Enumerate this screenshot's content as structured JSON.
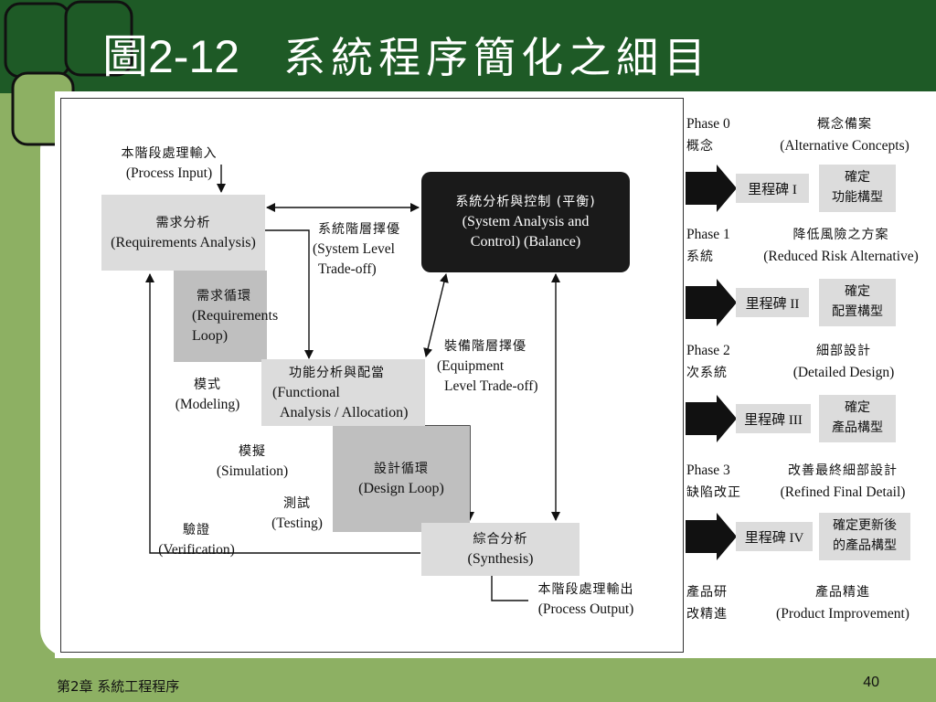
{
  "slide": {
    "title_number": "圖2-12",
    "title_text": "系統程序簡化之細目",
    "footer_chapter": "第2章 系統工程程序",
    "page_number": "40"
  },
  "diagram": {
    "process_input": {
      "zh": "本階段處理輸入",
      "en": "(Process Input)"
    },
    "requirements_analysis": {
      "zh": "需求分析",
      "en": "(Requirements Analysis)"
    },
    "system_analysis": {
      "zh": "系統分析與控制 (平衡)",
      "en1": "(System Analysis and",
      "en2": "Control) (Balance)"
    },
    "system_tradeoff": {
      "zh": "系統階層擇優",
      "en1": "(System Level",
      "en2": "Trade-off)"
    },
    "requirements_loop": {
      "zh": "需求循環",
      "en1": "(Requirements",
      "en2": "Loop)"
    },
    "equipment_tradeoff": {
      "zh": "裝備階層擇優",
      "en1": "(Equipment",
      "en2": "Level Trade-off)"
    },
    "modeling": {
      "zh": "模式",
      "en": "(Modeling)"
    },
    "functional_analysis": {
      "zh": "功能分析與配當",
      "en1": "(Functional",
      "en2": "Analysis / Allocation)"
    },
    "simulation": {
      "zh": "模擬",
      "en": "(Simulation)"
    },
    "design_loop": {
      "zh": "設計循環",
      "en": "(Design Loop)"
    },
    "testing": {
      "zh": "測試",
      "en": "(Testing)"
    },
    "verification": {
      "zh": "驗證",
      "en": "(Verification)"
    },
    "synthesis": {
      "zh": "綜合分析",
      "en": "(Synthesis)"
    },
    "process_output": {
      "zh": "本階段處理輸出",
      "en": "(Process Output)"
    }
  },
  "phases": [
    {
      "label": "Phase 0",
      "sub": "概念",
      "zh": "概念備案",
      "en": "(Alternative Concepts)"
    },
    {
      "label": "Phase 1",
      "sub": "系統",
      "zh": "降低風險之方案",
      "en": "(Reduced Risk Alternative)"
    },
    {
      "label": "Phase 2",
      "sub": "次系統",
      "zh": "細部設計",
      "en": "(Detailed Design)"
    },
    {
      "label": "Phase 3",
      "sub": "缺陷改正",
      "zh": "改善最終細部設計",
      "en": "(Refined Final Detail)"
    },
    {
      "label": "產品研",
      "sub": "改精進",
      "zh": "產品精進",
      "en": "(Product Improvement)"
    }
  ],
  "milestones": [
    {
      "label": "里程碑 I",
      "confirm1": "確定",
      "confirm2": "功能構型"
    },
    {
      "label": "里程碑 II",
      "confirm1": "確定",
      "confirm2": "配置構型"
    },
    {
      "label": "里程碑 III",
      "confirm1": "確定",
      "confirm2": "產品構型"
    },
    {
      "label": "里程碑 IV",
      "confirm1": "確定更新後",
      "confirm2": "的產品構型"
    }
  ],
  "colors": {
    "header": "#1e5a26",
    "background": "#8db063",
    "dark_box": "#1a1a1a",
    "gray_box": "#dcdcdc",
    "loop_box": "#bfbfbf"
  }
}
